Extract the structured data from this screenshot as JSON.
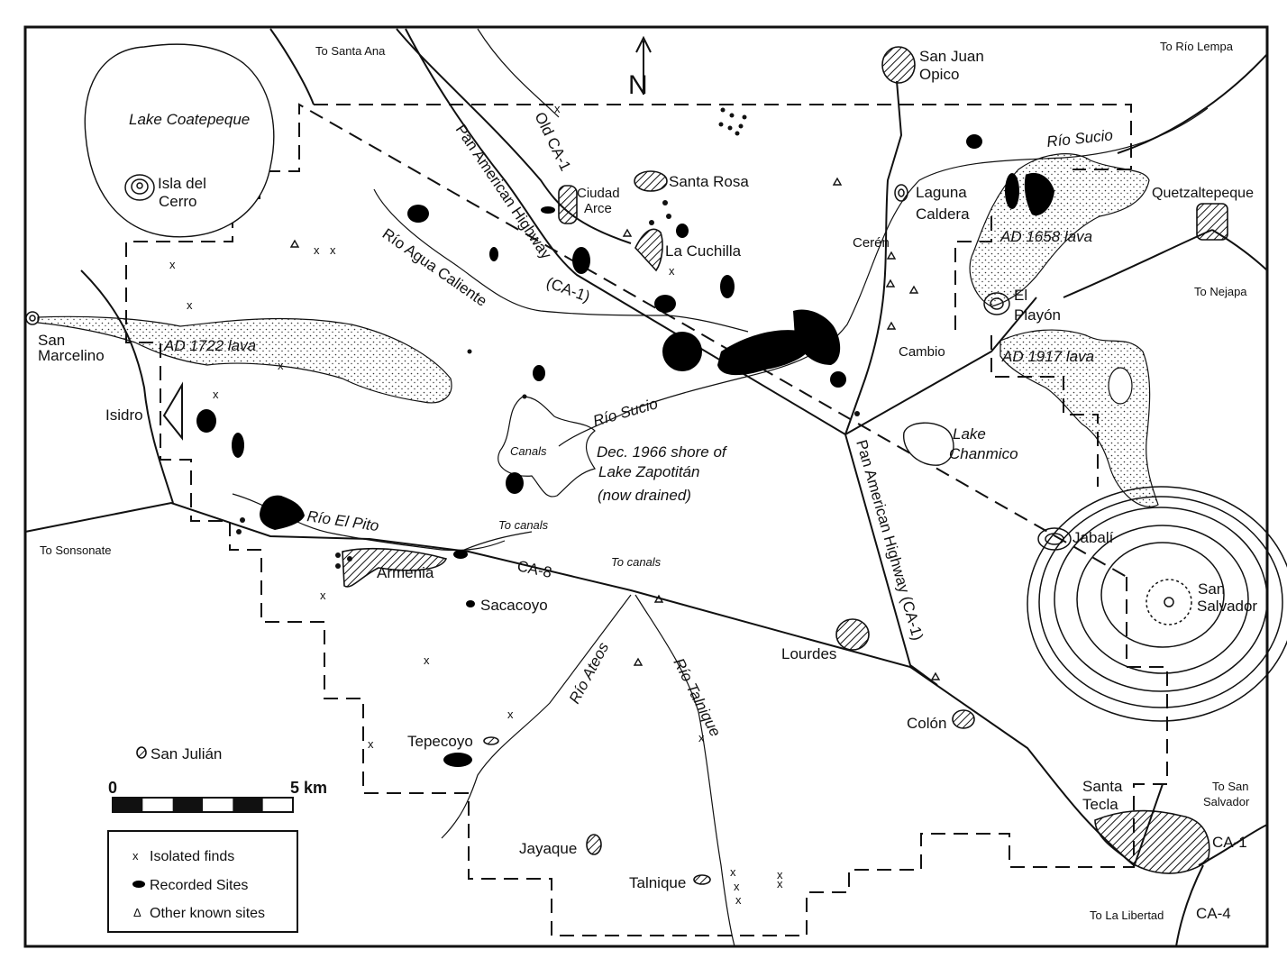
{
  "map": {
    "places": {
      "lake_coatepeque": "Lake Coatepeque",
      "isla_del": "Isla del",
      "cerro": "Cerro",
      "to_santa_ana": "To Santa Ana",
      "old_ca1": "Old CA-1",
      "pan_american_highway": "Pan American Highway",
      "ca1_paren": "(CA-1)",
      "ciudad": "Ciudad",
      "arce": "Arce",
      "santa_rosa": "Santa Rosa",
      "la_cuchilla": "La Cuchilla",
      "rio_agua_caliente": "Río Agua Caliente",
      "san_juan": "San Juan",
      "opico": "Opico",
      "to_rio_lempa": "To Río Lempa",
      "rio_sucio_north": "Río Sucio",
      "laguna": "Laguna",
      "caldera": "Caldera",
      "quetzaltepeque": "Quetzaltepeque",
      "ceren": "Cerén",
      "ad_1658_lava": "AD 1658 lava",
      "to_nejapa": "To Nejapa",
      "el": "El",
      "playon": "Playón",
      "cambio": "Cambio",
      "ad_1917_lava": "AD 1917 lava",
      "san": "San",
      "marcelino": "Marcelino",
      "ad_1722_lava": "AD 1722 lava",
      "isidro": "Isidro",
      "rio_sucio_south": "Río Sucio",
      "canals": "Canals",
      "dec_1966_shore_of": "Dec. 1966 shore of",
      "lake_zapotitan": "Lake Zapotitán",
      "now_drained": "(now drained)",
      "lake": "Lake",
      "chanmico": "Chanmico",
      "pan_american_highway_ca1": "Pan American Highway (CA-1)",
      "to_sonsonate": "To Sonsonate",
      "rio_el_pito": "Río El Pito",
      "to_canals_1": "To canals",
      "armenia": "Armenia",
      "ca8": "CA-8",
      "to_canals_2": "To canals",
      "sacacoyo": "Sacacoyo",
      "jabali": "Jabalí",
      "san_salvador_1": "San",
      "san_salvador_2": "Salvador",
      "rio_ateos": "Río Ateos",
      "rio_talnique": "Río Talnique",
      "lourdes": "Lourdes",
      "colon": "Colón",
      "tepecoyo": "Tepecoyo",
      "san_julian": "San Julián",
      "santa": "Santa",
      "tecla": "Tecla",
      "to_san": "To San",
      "salvador": "Salvador",
      "ca1": "CA-1",
      "jayaque": "Jayaque",
      "talnique": "Talnique",
      "to_la_libertad": "To La Libertad",
      "ca4": "CA-4"
    },
    "north_symbol": "N",
    "scale": {
      "start_label": "0",
      "end_label": "5 km",
      "end_value_km": 5,
      "segments": 6
    },
    "legend": {
      "items": [
        {
          "symbol": "cross",
          "label": "Isolated finds"
        },
        {
          "symbol": "ellipse",
          "label": "Recorded Sites"
        },
        {
          "symbol": "triangle",
          "label": "Other known sites"
        }
      ],
      "symbols": {
        "cross": "x",
        "triangle": "Δ"
      }
    },
    "colors": {
      "ink": "#111111",
      "paper": "#ffffff"
    }
  }
}
